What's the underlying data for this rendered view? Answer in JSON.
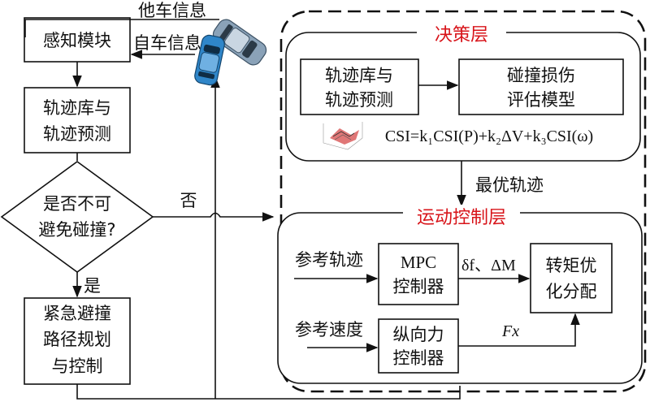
{
  "left": {
    "perception": "感知模块",
    "traj_lib_1": "轨迹库与",
    "traj_lib_2": "轨迹预测",
    "decision_1": "是否不可",
    "decision_2": "避免碰撞?",
    "no": "否",
    "yes": "是",
    "emergency_1": "紧急避撞",
    "emergency_2": "路径规划",
    "emergency_3": "与控制"
  },
  "inputs": {
    "other_vehicle": "他车信息",
    "own_vehicle": "自车信息"
  },
  "decision_layer": {
    "title": "决策层",
    "traj_1": "轨迹库与",
    "traj_2": "轨迹预测",
    "collision_1": "碰撞损伤",
    "collision_2": "评估模型",
    "formula": "CSI=k₁CSI(P)+k₂ΔV+k₃CSI(ω)"
  },
  "optimal": "最优轨迹",
  "control_layer": {
    "title": "运动控制层",
    "ref_traj": "参考轨迹",
    "ref_speed": "参考速度",
    "mpc_1": "MPC",
    "mpc_2": "控制器",
    "long_1": "纵向力",
    "long_2": "控制器",
    "torque_1": "转矩优",
    "torque_2": "化分配",
    "delta": "δf、ΔM",
    "fx": "Fx"
  }
}
